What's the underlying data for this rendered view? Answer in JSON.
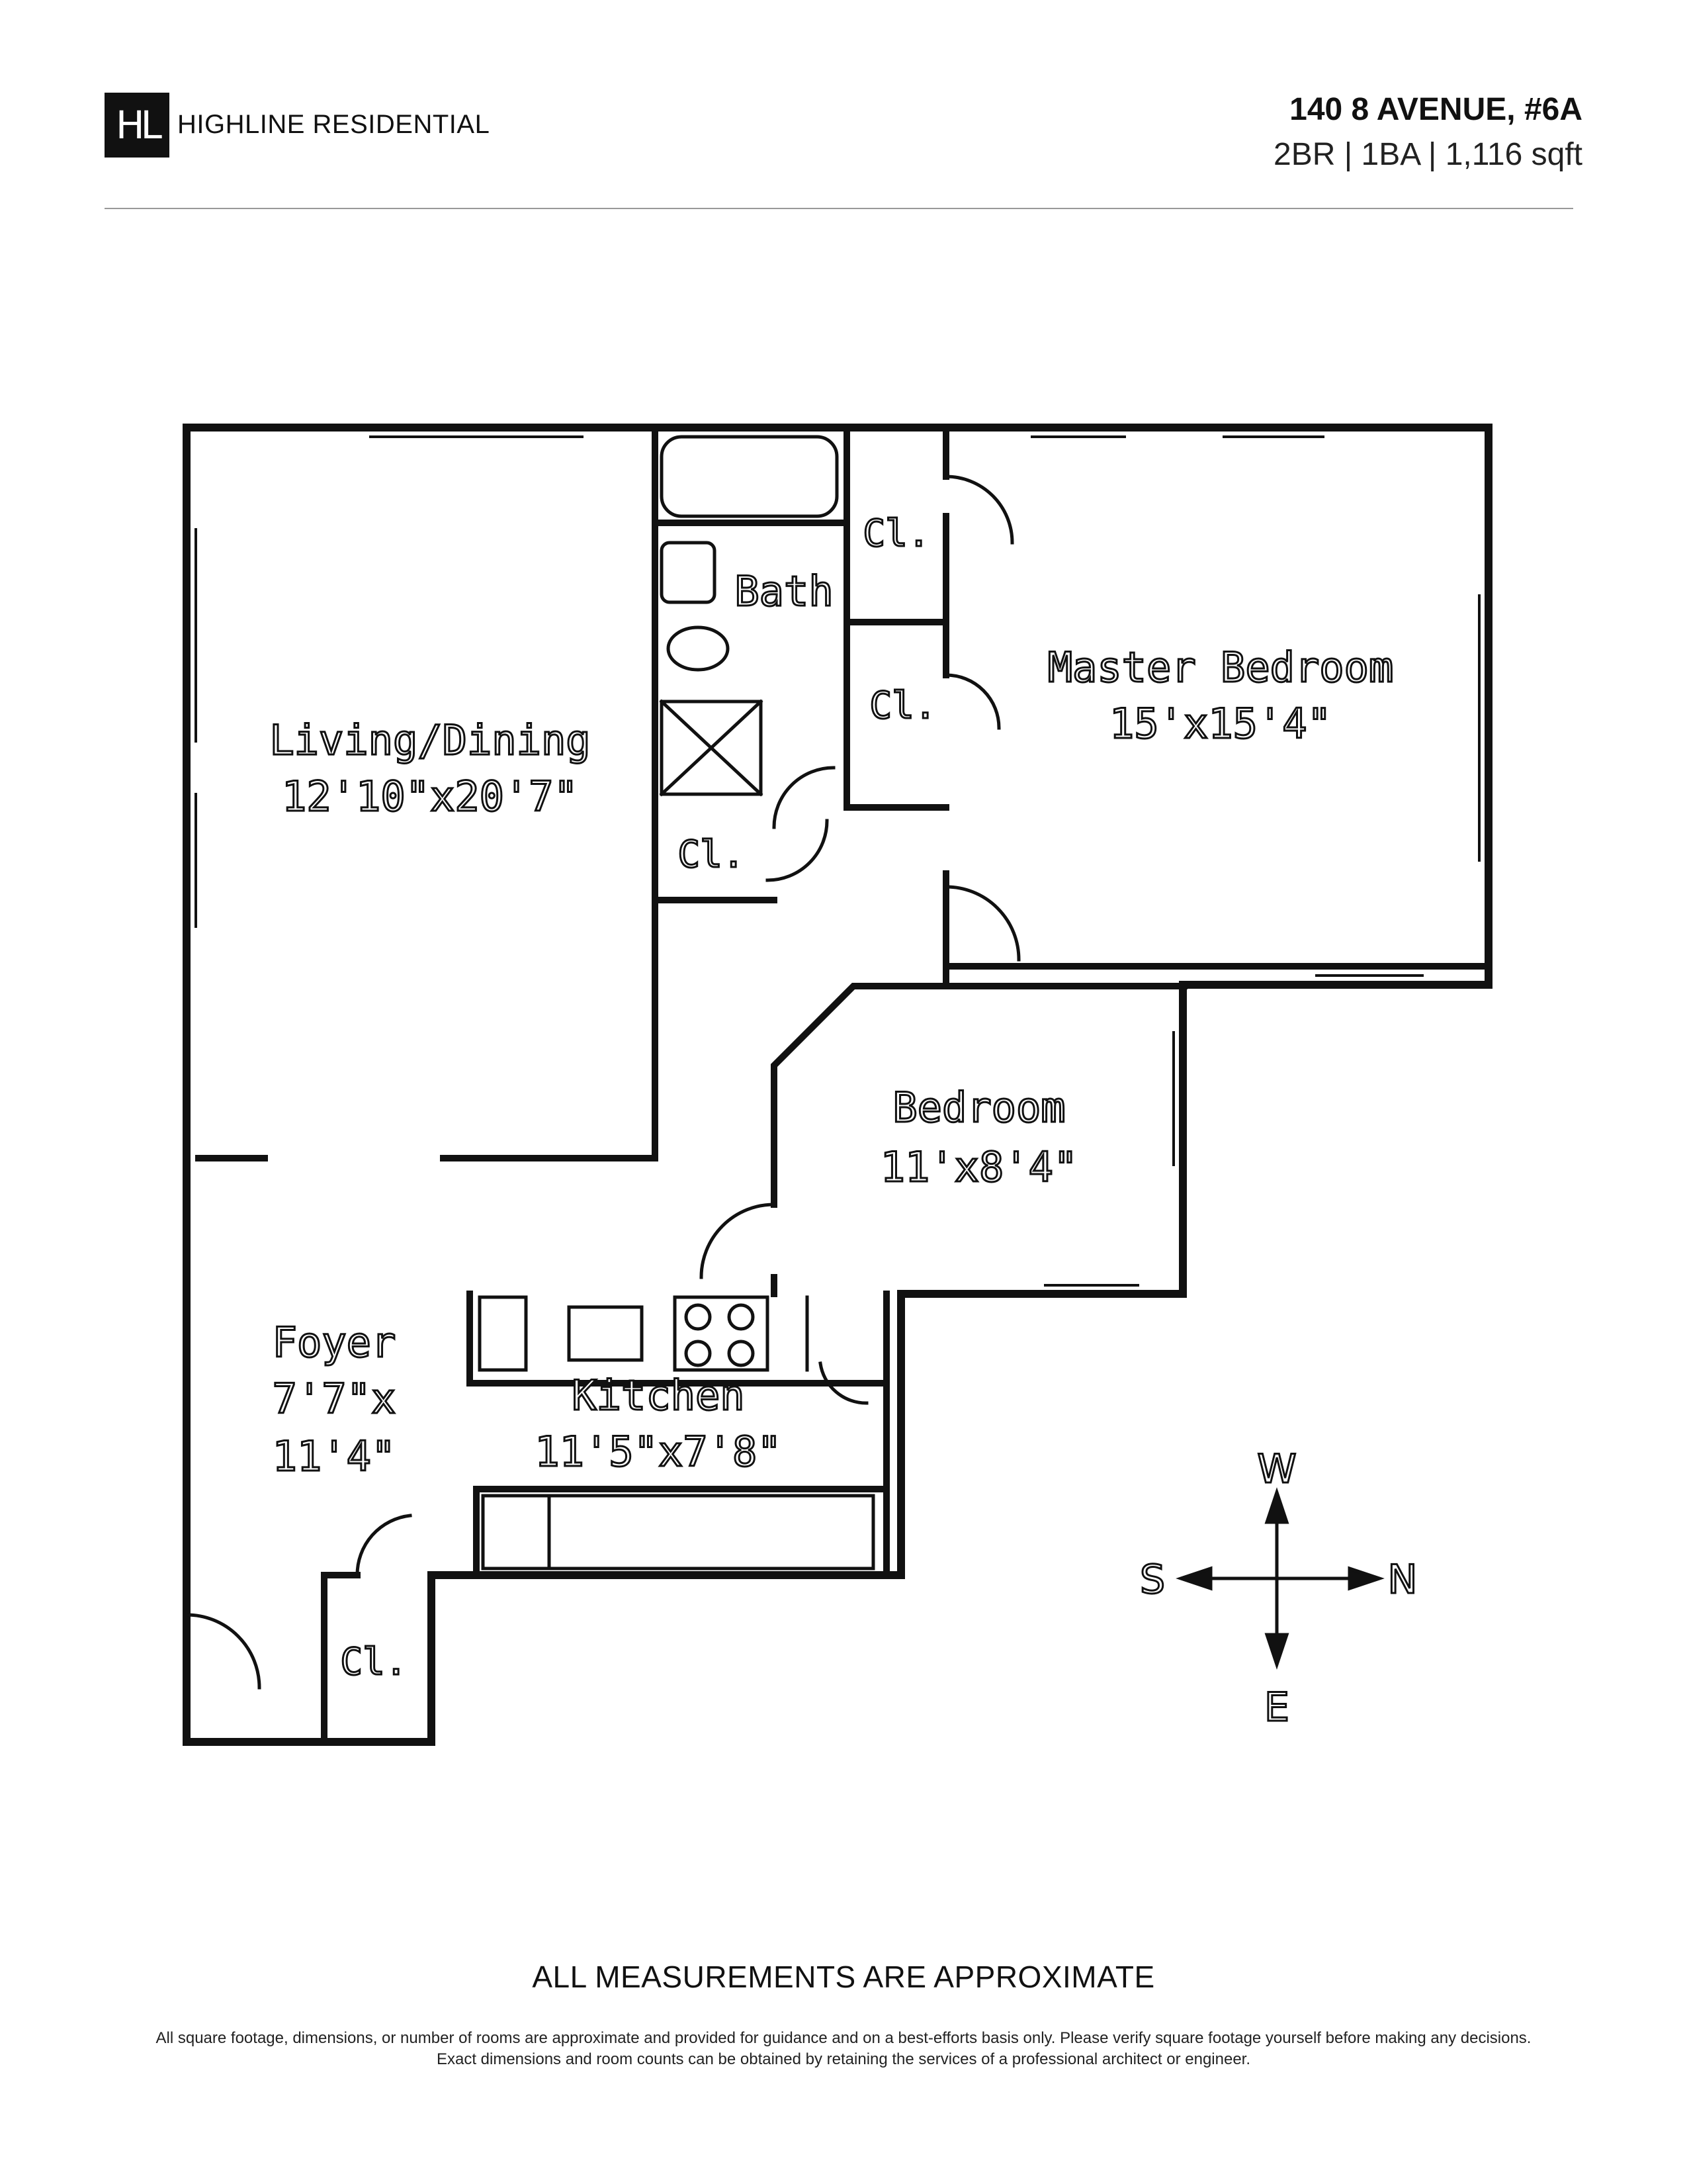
{
  "header": {
    "logo_mark": "HL",
    "brand": "HIGHLINE RESIDENTIAL",
    "address": "140 8 AVENUE, #6A",
    "specs": "2BR | 1BA | 1,116 sqft"
  },
  "rooms": {
    "living": {
      "name": "Living/Dining",
      "dims": "12'10\"x20'7\""
    },
    "bath": {
      "name": "Bath"
    },
    "master": {
      "name": "Master Bedroom",
      "dims": "15'x15'4\""
    },
    "bedroom": {
      "name": "Bedroom",
      "dims": "11'x8'4\""
    },
    "foyer": {
      "name": "Foyer",
      "dims_line1": "7'7\"x",
      "dims_line2": "11'4\""
    },
    "kitchen": {
      "name": "Kitchen",
      "dims": "11'5\"x7'8\""
    },
    "closet_label": "Cl."
  },
  "compass": {
    "north": "N",
    "south": "S",
    "east": "E",
    "west": "W"
  },
  "footer": {
    "note": "ALL MEASUREMENTS ARE APPROXIMATE",
    "disclaimer": "All square footage, dimensions, or number of rooms are approximate and provided for guidance and on a best-efforts basis only. Please verify square footage yourself before making any decisions. Exact dimensions and room counts can be obtained by retaining the services of a professional architect or engineer."
  }
}
